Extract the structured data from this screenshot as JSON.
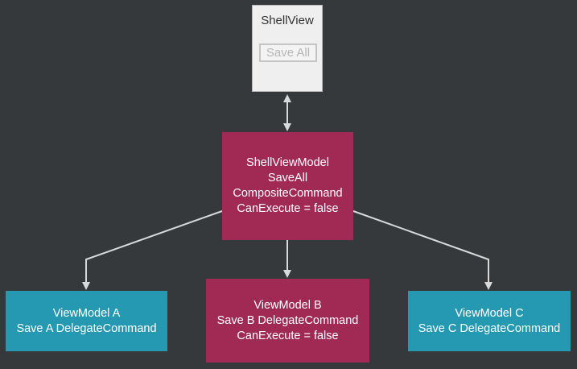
{
  "shell_view": {
    "title": "ShellView",
    "button_label": "Save All"
  },
  "shell_view_model": {
    "lines": [
      "ShellViewModel",
      "SaveAll",
      "CompositeCommand",
      "CanExecute = false"
    ]
  },
  "view_model_a": {
    "lines": [
      "ViewModel A",
      "Save A DelegateCommand"
    ]
  },
  "view_model_b": {
    "lines": [
      "ViewModel B",
      "Save B DelegateCommand",
      "CanExecute = false"
    ]
  },
  "view_model_c": {
    "lines": [
      "ViewModel C",
      "Save C DelegateCommand"
    ]
  },
  "colors": {
    "background": "#35393c",
    "composite_node": "#a02a53",
    "enabled_node": "#2599b2",
    "connector": "#d9d9d9"
  }
}
